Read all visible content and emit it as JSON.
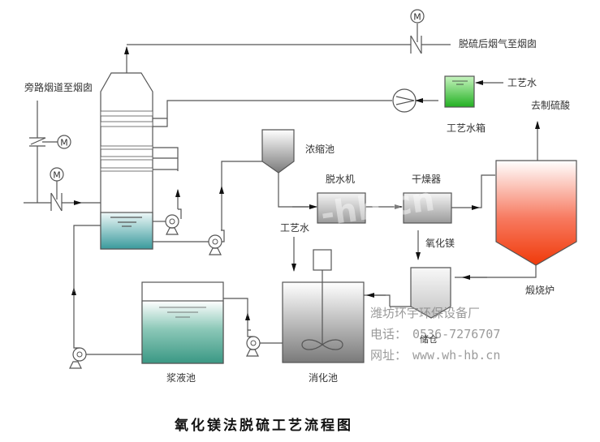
{
  "title": "氧化镁法脱硫工艺流程图",
  "labels": {
    "bypass": "旁路烟道至烟囱",
    "clean_gas": "脱硫后烟气至烟囱",
    "process_water_top": "工艺水",
    "process_water_tank": "工艺水箱",
    "to_sulfuric_acid": "去制硫酸",
    "thickener": "浓缩池",
    "dewatering": "脱水机",
    "dryer": "干燥器",
    "process_water_mid": "工艺水",
    "magnesium_oxide": "氧化镁",
    "calciner": "煅烧炉",
    "storage_bin": "储仓",
    "slurry_tank": "浆液池",
    "slaking_tank": "消化池",
    "motor": "M"
  },
  "watermark": {
    "company": "潍坊环宇环保设备厂",
    "phone_label": "电话：",
    "phone": "0536-7276707",
    "web_label": "网址：",
    "web": "www.wh-hb.cn",
    "overlay": "-hb.cn"
  },
  "colors": {
    "line": "#555555",
    "absorber_liquid_top": "#e8f4f4",
    "absorber_liquid_bottom": "#3c9c9c",
    "water_tank_top": "#b8f0b0",
    "water_tank_bottom": "#28b828",
    "calciner_top": "#ffffff",
    "calciner_bottom": "#f03a10",
    "slurry_top": "#ffffff",
    "slurry_bottom": "#3e9c86",
    "gray_top": "#ffffff",
    "gray_bottom": "#7a7a7a"
  }
}
